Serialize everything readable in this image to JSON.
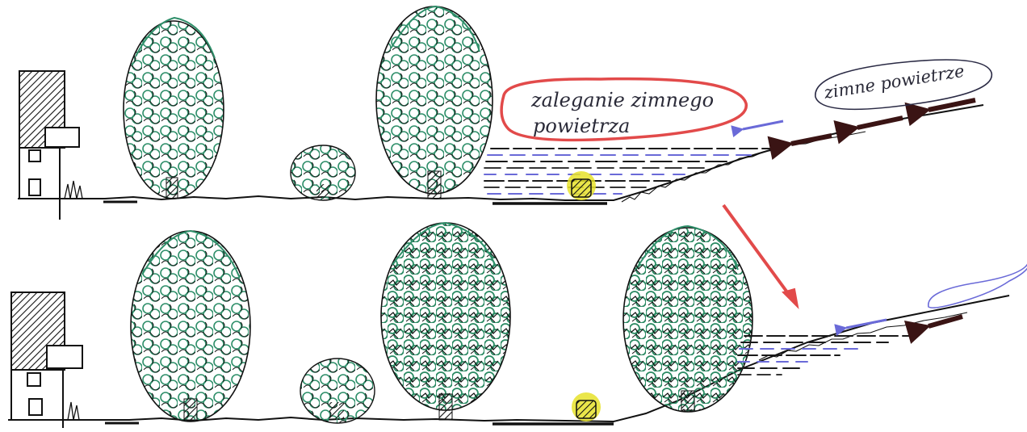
{
  "labels": {
    "cold_pooling_line1": "zaleganie zimnego",
    "cold_pooling_line2": "powietrza",
    "cold_air": "zimne powietrze"
  },
  "colors": {
    "foliage": "#2f8f6a",
    "ink": "#1a1a1a",
    "cold_air_lines": "#6a6ad8",
    "arrow_dark": "#3a1414",
    "highlight_red": "#e24a4a",
    "person_highlight": "#e6e22a"
  },
  "icons": [
    "building-icon",
    "tree-icon",
    "shrub-icon",
    "person-icon",
    "cold-air-arrow-icon",
    "transition-arrow-icon"
  ]
}
